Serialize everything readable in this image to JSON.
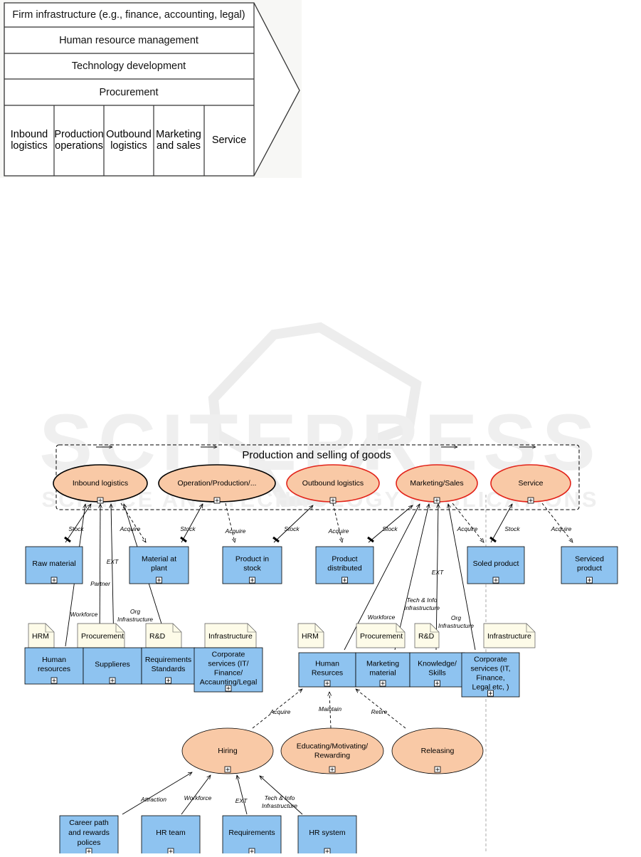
{
  "value_chain": {
    "support": [
      "Firm infrastructure (e.g., finance, accounting, legal)",
      "Human resource management",
      "Technology development",
      "Procurement"
    ],
    "primary": [
      [
        "Inbound",
        "logistics"
      ],
      [
        "Production",
        "operations"
      ],
      [
        "Outbound",
        "logistics"
      ],
      [
        "Marketing",
        "and sales"
      ],
      [
        "Service"
      ]
    ]
  },
  "watermark": {
    "name": "SCITEPRESS",
    "tagline": "SCIENCE AND TECHNOLOGY PUBLICATIONS"
  },
  "diagram": {
    "group_title": "Production and selling of goods",
    "processes": [
      "Inbound logistics",
      "Operation/Production/...",
      "Outbound logistics",
      "Marketing/Sales",
      "Service"
    ],
    "states": [
      [
        "Raw material"
      ],
      [
        "Material at",
        "plant"
      ],
      [
        "Product in",
        "stock"
      ],
      [
        "Product",
        "distributed"
      ],
      [
        "Soled product"
      ],
      [
        "Serviced",
        "product"
      ]
    ],
    "flow_labels": {
      "stock": "Stock",
      "acquire": "Acquire",
      "ext": "EXT",
      "partner": "Partner",
      "workforce": "Workforce",
      "org_infra": [
        "Org",
        "Infrastructure"
      ],
      "tech_info": [
        "Tech & Info",
        "Infrastructure"
      ],
      "maintain": "Maintain",
      "retire": "Retire",
      "attraction": "Attraction"
    },
    "tabs_left": [
      "HRM",
      "Procurement",
      "R&D",
      "Infrastructure"
    ],
    "tabs_right": [
      "HRM",
      "Procurement",
      "R&D",
      "Infrastructure"
    ],
    "support_left": [
      [
        "Human",
        "resources"
      ],
      [
        "Supplieres"
      ],
      [
        "Requirements",
        "Standards"
      ],
      [
        "Corporate",
        "services (IT/",
        "Finance/",
        "Accaunting/Legal"
      ]
    ],
    "support_right": [
      [
        "Human",
        "Resurces"
      ],
      [
        "Marketing",
        "material"
      ],
      [
        "Knowledge/",
        "Skills"
      ],
      [
        "Corporate",
        "services (IT,",
        "Finance,",
        "Legal etc, )"
      ]
    ],
    "hr_processes": [
      [
        "Hiring"
      ],
      [
        "Educating/Motivating/",
        "Rewarding"
      ],
      [
        "Releasing"
      ]
    ],
    "hr_resources": [
      [
        "Career path",
        "and rewards",
        "polices"
      ],
      [
        "HR team"
      ],
      [
        "Requirements"
      ],
      [
        "HR system"
      ]
    ]
  },
  "colors": {
    "process_fill": "#f9c9a6",
    "resource_fill": "#8ec3f0",
    "tab_fill": "#fdfbe8",
    "red_outline": "#e2231a"
  }
}
